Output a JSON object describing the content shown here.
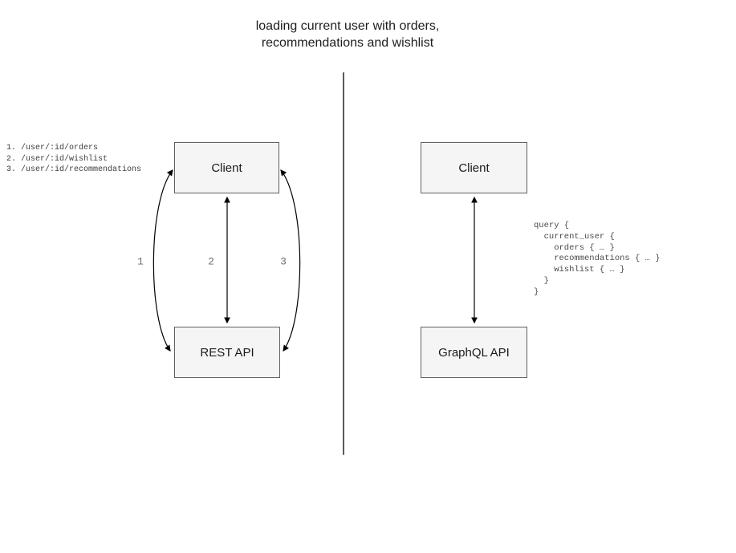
{
  "title": "loading current user with orders,\nrecommendations and wishlist",
  "rest_panel": {
    "client_label": "Client",
    "api_label": "REST API",
    "endpoints": "1. /user/:id/orders\n2. /user/:id/wishlist\n3. /user/:id/recommendations",
    "arrow_labels": [
      "1",
      "2",
      "3"
    ]
  },
  "graphql_panel": {
    "client_label": "Client",
    "api_label": "GraphQL API",
    "query": "query {\n  current_user {\n    orders { … }\n    recommendations { … }\n    wishlist { … }\n  }\n}"
  },
  "colors": {
    "node_fill": "#f5f5f5",
    "node_border": "#5f5f5f",
    "arrow": "#000000",
    "edge_label": "#6e6e6e",
    "code_text": "#4a4a4a",
    "divider": "#5a5a5a",
    "background": "#ffffff"
  }
}
